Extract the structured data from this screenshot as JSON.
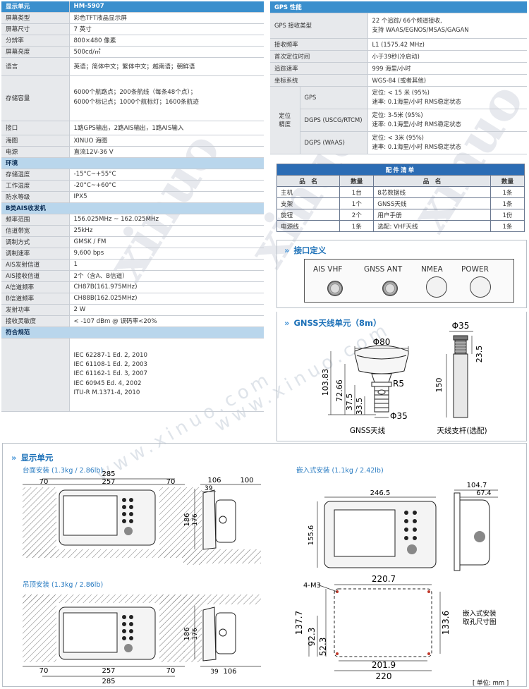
{
  "watermark": {
    "big": "xinuo",
    "small": "www.xinuo.com"
  },
  "display_unit": {
    "header_label": "显示单元",
    "header_model": "HM-5907",
    "rows": [
      [
        "屏幕类型",
        "彩色TFT液晶显示屏"
      ],
      [
        "屏幕尺寸",
        "7 英寸"
      ],
      [
        "分辨率",
        "800×480 像素"
      ],
      [
        "屏幕亮度",
        "500cd/㎡"
      ],
      [
        "语言",
        "英语；简体中文；繁体中文；越南语；朝鲜语"
      ]
    ],
    "storage_label": "存储容量",
    "storage_line1": "6000个航路点；200条航线（每条48个点）；",
    "storage_line2": "6000个标记点；1000个航标灯；1600条航迹",
    "rows2": [
      [
        "接口",
        "1路GPS输出，2路AIS输出，1路AIS输入"
      ],
      [
        "海图",
        "XINUO 海图"
      ],
      [
        "电源",
        "直流12V-36 V"
      ]
    ]
  },
  "environment": {
    "title": "环境",
    "rows": [
      [
        "存储温度",
        "-15°C~+55°C"
      ],
      [
        "工作温度",
        "-20°C~+60°C"
      ],
      [
        "防水等级",
        "IPX5"
      ]
    ]
  },
  "ais": {
    "title": "B类AIS收发机",
    "rows": [
      [
        "频率范围",
        "156.025MHz ~ 162.025MHz"
      ],
      [
        "信道带宽",
        "25kHz"
      ],
      [
        "调制方式",
        "GMSK / FM"
      ],
      [
        "调制速率",
        "9,600 bps"
      ],
      [
        "AIS发射信道",
        "1"
      ],
      [
        "AIS接收信道",
        "2个（含A、B信道）"
      ],
      [
        "A信道频率",
        "CH87B(161.975MHz)"
      ],
      [
        "B信道频率",
        "CH88B(162.025MHz)"
      ],
      [
        "发射功率",
        "2 W"
      ],
      [
        "接收灵敏度",
        "< -107 dBm @ 误码率<20%"
      ]
    ]
  },
  "compliance": {
    "title": "符合规范",
    "items": [
      "IEC 62287-1 Ed. 2, 2010",
      "IEC 61108-1 Ed. 2, 2003",
      "IEC 61162-1 Ed. 3, 2007",
      "IEC 60945 Ed. 4, 2002",
      "ITU-R M.1371-4, 2010"
    ]
  },
  "gps": {
    "title": "GPS 性能",
    "type_label": "GPS 接收类型",
    "type_line1": "22 个追踪/ 66个频道接收,",
    "type_line2": "支持 WAAS/EGNOS/MSAS/GAGAN",
    "rows": [
      [
        "接收频率",
        "L1 (1575.42 MHz)"
      ],
      [
        "首次定位时间",
        "小于39秒(冷启动)"
      ],
      [
        "追踪速率",
        "999 海里/小时"
      ],
      [
        "坐标系统",
        "WGS-84 (或者其他)"
      ]
    ],
    "precision_label1": "定位",
    "precision_label2": "精度",
    "precision": [
      {
        "mode": "GPS",
        "line1": "定位: < 15 米 (95%)",
        "line2": "速率: 0.1海里/小时 RMS稳定状态"
      },
      {
        "mode": "DGPS (USCG/RTCM)",
        "line1": "定位: 3-5米 (95%)",
        "line2": "速率: 0.1海里/小时 RMS稳定状态"
      },
      {
        "mode": "DGPS (WAAS)",
        "line1": "定位: < 3米 (95%)",
        "line2": "速率: 0.1海里/小时 RMS稳定状态"
      }
    ]
  },
  "accessories": {
    "title": "配件清单",
    "headers": [
      "品　名",
      "数量",
      "品　名",
      "数量"
    ],
    "rows": [
      [
        "主机",
        "1台",
        "8芯数据线",
        "1条"
      ],
      [
        "支架",
        "1个",
        "GNSS天线",
        "1条"
      ],
      [
        "旋钮",
        "2个",
        "用户手册",
        "1份"
      ],
      [
        "电源线",
        "1条",
        "选配: VHF天线",
        "1条"
      ]
    ]
  },
  "interface": {
    "title": "接口定义",
    "ports": [
      "AIS VHF",
      "GNSS ANT",
      "NMEA",
      "POWER"
    ]
  },
  "gnss": {
    "title": "GNSS天线单元（8m）",
    "antenna_label": "GNSS天线",
    "mast_label": "天线支杆(选配)",
    "dims": {
      "d80": "Φ80",
      "h103": "103.83",
      "h72": "72.66",
      "h37": "37.5",
      "h33": "33.5",
      "r5": "R5",
      "d35": "Φ35",
      "m_d35": "Φ35",
      "m_23": "23.5",
      "m_150": "150"
    }
  },
  "display_dims": {
    "title": "显示单元",
    "desk": "台面安装",
    "desk_weight": "(1.3kg / 2.86lb)",
    "ceiling": "吊顶安装",
    "ceiling_weight": "(1.3kg / 2.86lb)",
    "flush": "嵌入式安装",
    "flush_weight": "(1.1kg / 2.42lb)",
    "cut_label1": "嵌入式安装",
    "cut_label2": "取孔尺寸图",
    "unit": "[ 单位: mm ]",
    "d": {
      "w285": "285",
      "w257": "257",
      "m70": "70",
      "s106": "106",
      "s100": "100",
      "s39": "39",
      "h186": "186",
      "h176": "176",
      "f246": "246.5",
      "f155": "155.6",
      "f104": "104.7",
      "f67": "67.4",
      "m3": "4-M3",
      "c220_7": "220.7",
      "c201_9": "201.9",
      "c220": "220",
      "c137": "137.7",
      "c92": "92.3",
      "c52": "52.3",
      "c133": "133.6"
    }
  }
}
